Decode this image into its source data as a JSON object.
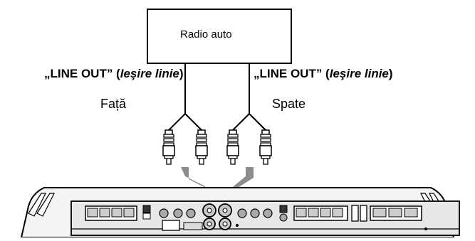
{
  "radio": {
    "label": "Radio auto"
  },
  "line_out_left": {
    "prefix": "„LINE OUT” (",
    "italic": "Ieşire linie",
    "suffix": ")"
  },
  "line_out_right": {
    "prefix": "„LINE OUT” (",
    "italic": "Ieşire linie",
    "suffix": ")"
  },
  "channels": {
    "front": "Față",
    "rear": "Spate"
  },
  "colors": {
    "stroke": "#000000",
    "arrow": "#8c8c8c",
    "panel": "#e8e8e8",
    "jack": "#c8c8c8"
  }
}
